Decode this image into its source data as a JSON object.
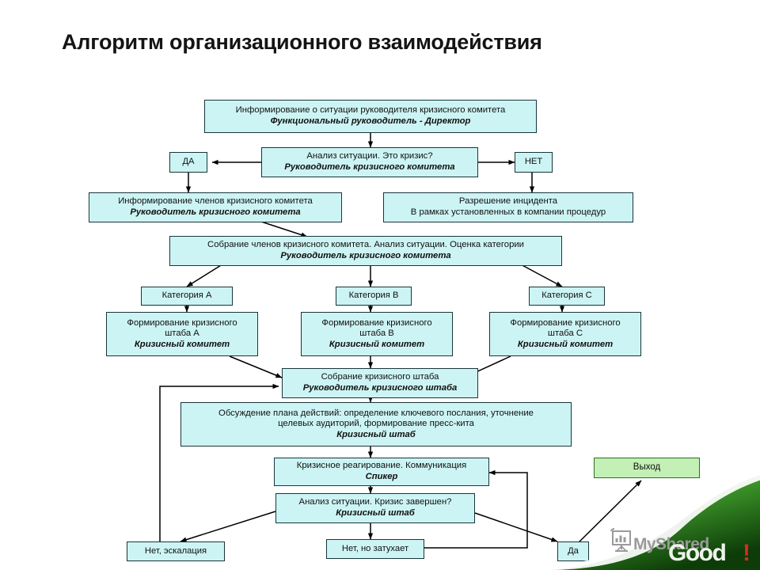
{
  "title": "Алгоритм организационного взаимодействия",
  "nodes": {
    "inform_head": {
      "line1": "Информирование о ситуации  руководителя кризисного комитета",
      "role": "Функциональный руководитель - Директор"
    },
    "analysis_crisis": {
      "line1": "Анализ ситуации. Это кризис?",
      "role": "Руководитель кризисного комитета"
    },
    "yes_branch": {
      "label": "ДА"
    },
    "no_branch": {
      "label": "НЕТ"
    },
    "inform_members": {
      "line1": "Информирование членов кризисного комитета",
      "role": "Руководитель кризисного комитета"
    },
    "incident_resolution": {
      "line1": "Разрешение инцидента",
      "line2": "В рамках установленных в компании процедур"
    },
    "meeting_members": {
      "line1": "Собрание членов кризисного комитета. Анализ ситуации.  Оценка  категории",
      "role": "Руководитель кризисного комитета"
    },
    "category_a": {
      "label": "Категория A"
    },
    "category_b": {
      "label": "Категория B"
    },
    "category_c": {
      "label": "Категория C"
    },
    "staff_a": {
      "line1": "Формирование кризисного",
      "line2": "штаба A",
      "role": "Кризисный комитет"
    },
    "staff_b": {
      "line1": "Формирование кризисного",
      "line2": "штаба B",
      "role": "Кризисный комитет"
    },
    "staff_c": {
      "line1": "Формирование кризисного",
      "line2": "штаба C",
      "role": "Кризисный комитет"
    },
    "staff_meeting": {
      "line1": "Собрание кризисного штаба",
      "role": "Руководитель кризисного штаба"
    },
    "plan_discussion": {
      "line1": "Обсуждение плана действий: определение ключевого послания, уточнение",
      "line2": "целевых аудиторий, формирование пресс-кита",
      "role": "Кризисный штаб"
    },
    "crisis_response": {
      "line1": "Кризисное реагирование. Коммуникация",
      "role": "Спикер"
    },
    "crisis_over": {
      "line1": "Анализ ситуации. Кризис завершен?",
      "role": "Кризисный штаб"
    },
    "no_escalation": {
      "label": "Нет, эскалация"
    },
    "no_fading": {
      "label": "Нет, но затухает"
    },
    "yes_final": {
      "label": "Да"
    },
    "exit": {
      "label": "Выход"
    }
  },
  "watermark": {
    "brand": "MyShared",
    "logo_text": "Good!"
  },
  "colors": {
    "node_fill": "#cdf4f4",
    "node_border": "#18353a",
    "exit_fill": "#c3f0b4",
    "exit_border": "#2f6b27",
    "title": "#141414",
    "arrow": "#000000",
    "watermark_green": "#2c7a1e"
  }
}
